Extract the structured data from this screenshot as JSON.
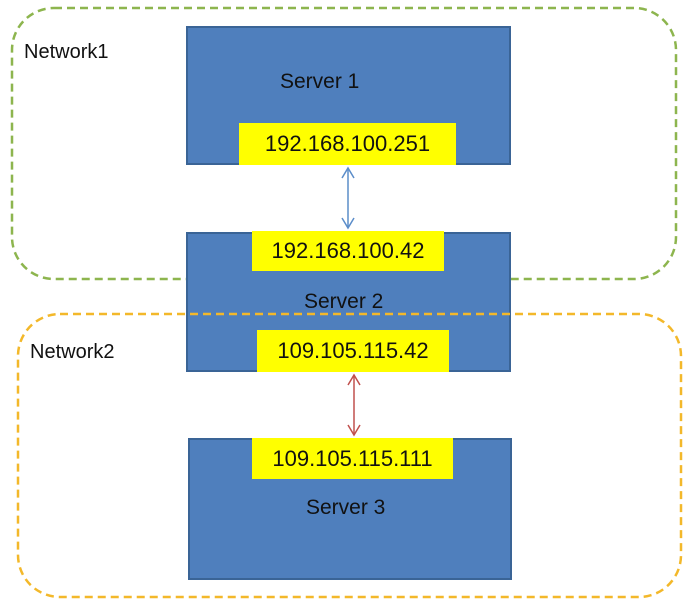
{
  "networks": [
    {
      "id": "network1",
      "label": "Network1",
      "border_color": "#8DB54E"
    },
    {
      "id": "network2",
      "label": "Network2",
      "border_color": "#F3B82A"
    }
  ],
  "servers": [
    {
      "id": "server1",
      "name": "Server 1",
      "ips": [
        "192.168.100.251"
      ]
    },
    {
      "id": "server2",
      "name": "Server 2",
      "ips": [
        "192.168.100.42",
        "109.105.115.42"
      ]
    },
    {
      "id": "server3",
      "name": "Server 3",
      "ips": [
        "109.105.115.111"
      ]
    }
  ],
  "connections": [
    {
      "from": "192.168.100.251",
      "to": "192.168.100.42",
      "color": "#5B8DC9",
      "style": "double-arrow"
    },
    {
      "from": "109.105.115.42",
      "to": "109.105.115.111",
      "color": "#C0504D",
      "style": "double-arrow"
    }
  ],
  "colors": {
    "server_fill": "#4F7FBD",
    "server_border": "#3A6496",
    "ip_fill": "#FFFF00"
  },
  "icons": {
    "connector": "double-headed-arrow"
  }
}
